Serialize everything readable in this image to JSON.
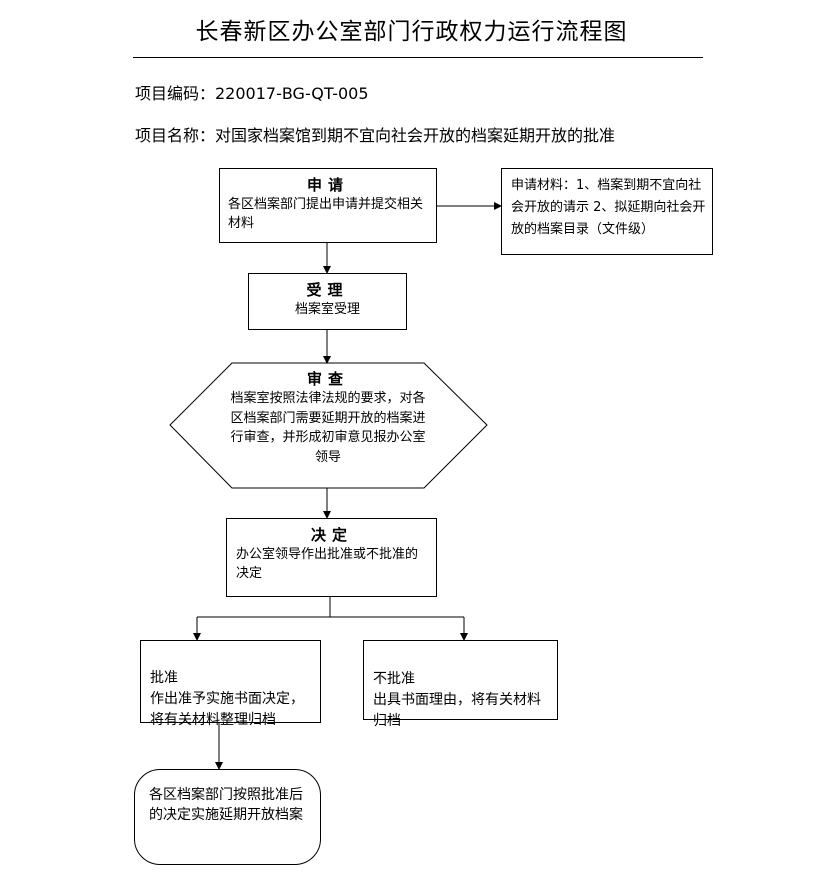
{
  "title": "长春新区办公室部门行政权力运行流程图",
  "project_code": "项目编码：220017-BG-QT-005",
  "project_name": "项目名称：对国家档案馆到期不宜向社会开放的档案延期开放的批准",
  "steps": {
    "apply": {
      "head": "申请",
      "body": "各区档案部门提出申请并提交相关材料"
    },
    "materials": {
      "body": "申请材料：1、档案到期不宜向社会开放的请示 2、拟延期向社会开放的档案目录（文件级）"
    },
    "accept": {
      "head": "受理",
      "body": "档案室受理"
    },
    "review": {
      "head": "审查",
      "body": "档案室按照法律法规的要求，对各区档案部门需要延期开放的档案进行审查，并形成初审意见报办公室领导"
    },
    "decide": {
      "head": "决定",
      "body": "办公室领导作出批准或不批准的决定"
    },
    "approve": {
      "body": "批准\n作出准予实施书面决定，将有关材料整理归档"
    },
    "reject": {
      "body": "不批准\n出具书面理由，将有关材料归档"
    },
    "implement": {
      "body": "各区档案部门按照批准后的决定实施延期开放档案"
    }
  }
}
